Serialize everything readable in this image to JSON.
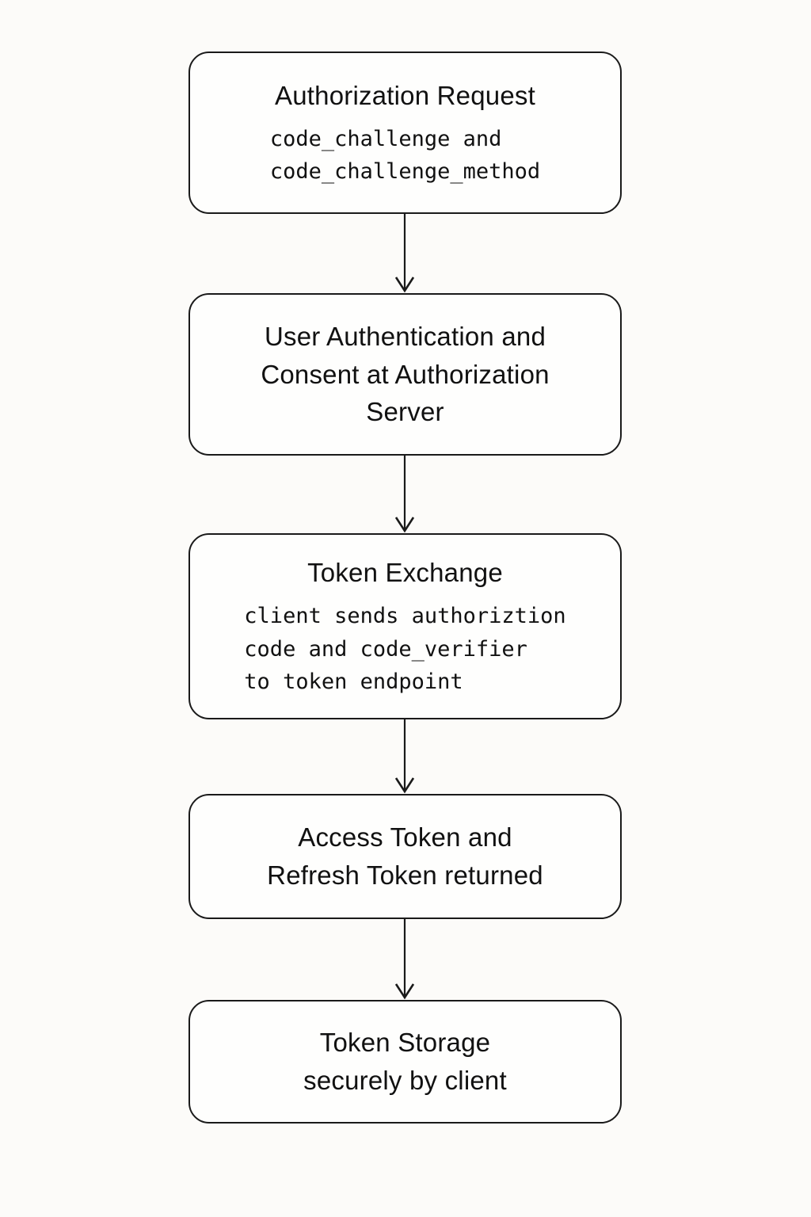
{
  "diagram": {
    "type": "flowchart",
    "direction": "top-down",
    "colors": {
      "background": "#fcfbf9",
      "node_fill": "#fefefd",
      "border": "#1a1a1a",
      "text": "#111111"
    },
    "nodes": [
      {
        "id": "authorization-request",
        "title": "Authorization Request",
        "code": "code_challenge and\ncode_challenge_method"
      },
      {
        "id": "user-authentication-consent",
        "title": "User Authentication and\nConsent at Authorization\nServer"
      },
      {
        "id": "token-exchange",
        "title": "Token Exchange",
        "code": "client sends authoriztion\ncode and code_verifier\nto token endpoint"
      },
      {
        "id": "access-refresh-token-returned",
        "title": "Access Token and\nRefresh Token returned"
      },
      {
        "id": "token-storage",
        "title": "Token Storage\nsecurely by client"
      }
    ],
    "edges": [
      {
        "from": "authorization-request",
        "to": "user-authentication-consent"
      },
      {
        "from": "user-authentication-consent",
        "to": "token-exchange"
      },
      {
        "from": "token-exchange",
        "to": "access-refresh-token-returned"
      },
      {
        "from": "access-refresh-token-returned",
        "to": "token-storage"
      }
    ]
  }
}
